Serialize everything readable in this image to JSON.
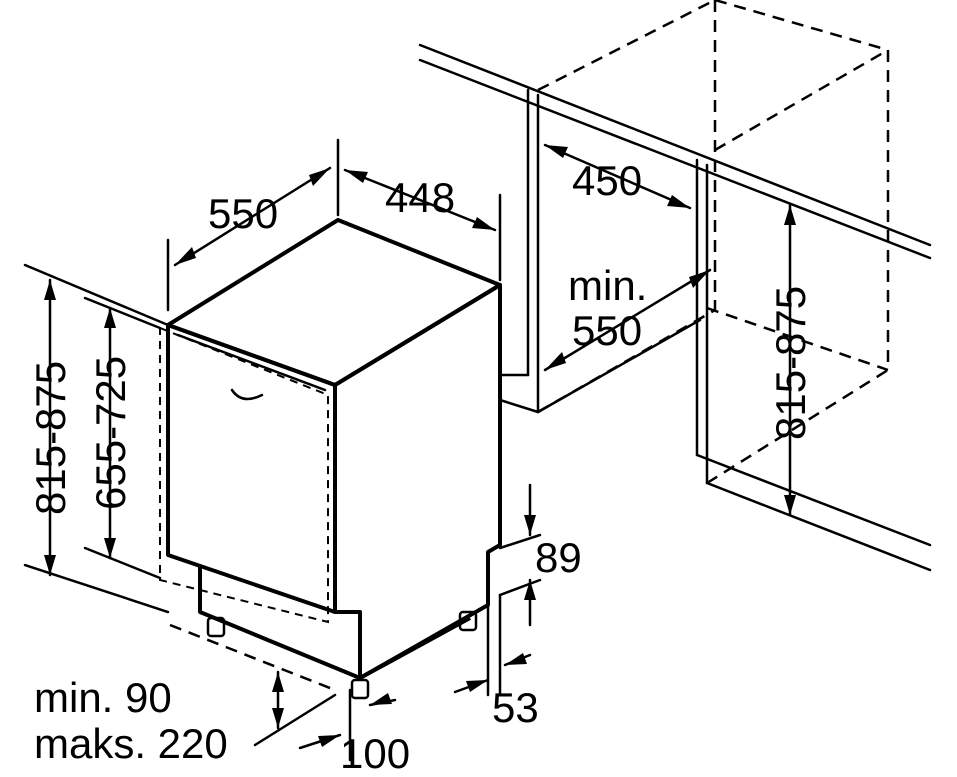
{
  "labels": {
    "depth_550": "550",
    "width_448": "448",
    "niche_width_450": "450",
    "min_label": "min.",
    "niche_depth_550": "550",
    "niche_height": "815-875",
    "total_height": "815-875",
    "door_height": "655-725",
    "plinth_89": "89",
    "plinth_53": "53",
    "door_gap_line1": "min. 90",
    "door_gap_line2": "maks. 220",
    "foot_100": "100"
  }
}
